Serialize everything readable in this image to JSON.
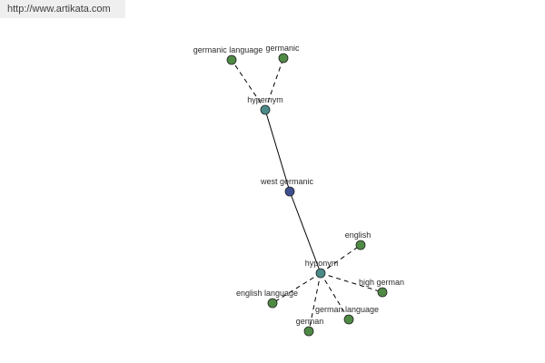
{
  "source": {
    "url_text": "http://www.artikata.com"
  },
  "graph": {
    "center": {
      "id": "center",
      "label": "west germanic"
    },
    "hubs": [
      {
        "id": "hypernym",
        "label": "hypernym"
      },
      {
        "id": "hyponym",
        "label": "hyponym"
      }
    ],
    "leaves": [
      {
        "id": "germanic-language",
        "label": "germanic language",
        "hub": "hypernym"
      },
      {
        "id": "germanic",
        "label": "germanic",
        "hub": "hypernym"
      },
      {
        "id": "english",
        "label": "english",
        "hub": "hyponym"
      },
      {
        "id": "high-german",
        "label": "high german",
        "hub": "hyponym"
      },
      {
        "id": "english-language",
        "label": "english language",
        "hub": "hyponym"
      },
      {
        "id": "german-language",
        "label": "german language",
        "hub": "hyponym"
      },
      {
        "id": "german",
        "label": "german",
        "hub": "hyponym"
      }
    ],
    "colors": {
      "center_node": "#3d4f8f",
      "hub_node": "#4a8a88",
      "leaf_node": "#4f8a45",
      "solid_edge": "#000000",
      "dashed_edge": "#000000"
    }
  }
}
